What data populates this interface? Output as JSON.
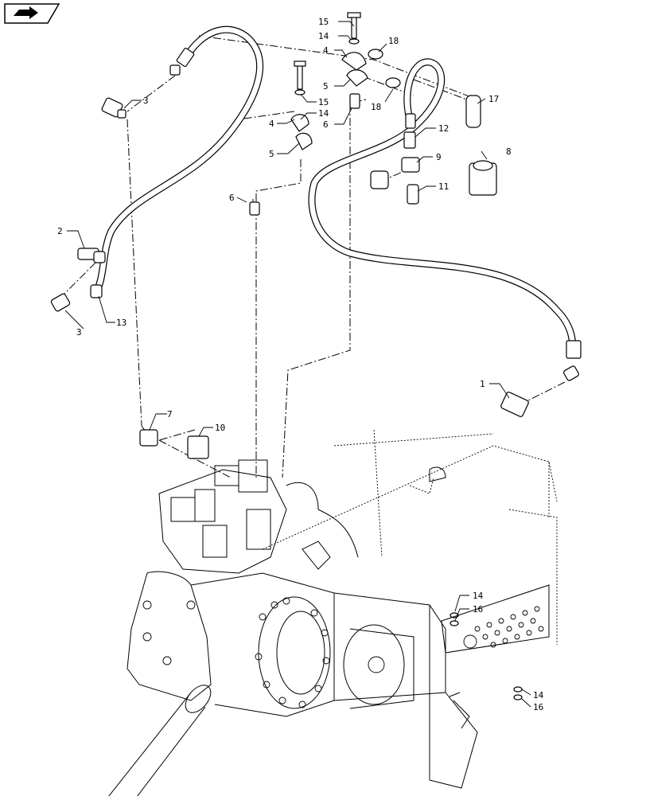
{
  "toolbar": {
    "nav_icon": "return-arrow-icon"
  },
  "callouts": [
    {
      "id": "c15a",
      "text": "15"
    },
    {
      "id": "c14a",
      "text": "14"
    },
    {
      "id": "c18a",
      "text": "18"
    },
    {
      "id": "c4a",
      "text": "4"
    },
    {
      "id": "c5a",
      "text": "5"
    },
    {
      "id": "c15b",
      "text": "15"
    },
    {
      "id": "c14b",
      "text": "14"
    },
    {
      "id": "c6a",
      "text": "6"
    },
    {
      "id": "c18b",
      "text": "18"
    },
    {
      "id": "c17",
      "text": "17"
    },
    {
      "id": "c3a",
      "text": "3"
    },
    {
      "id": "c4b",
      "text": "4"
    },
    {
      "id": "c5b",
      "text": "5"
    },
    {
      "id": "c12",
      "text": "12"
    },
    {
      "id": "c9",
      "text": "9"
    },
    {
      "id": "c8",
      "text": "8"
    },
    {
      "id": "c11",
      "text": "11"
    },
    {
      "id": "c6b",
      "text": "6"
    },
    {
      "id": "c2",
      "text": "2"
    },
    {
      "id": "c13",
      "text": "13"
    },
    {
      "id": "c3b",
      "text": "3"
    },
    {
      "id": "c1",
      "text": "1"
    },
    {
      "id": "c7",
      "text": "7"
    },
    {
      "id": "c10",
      "text": "10"
    },
    {
      "id": "c14c",
      "text": "14"
    },
    {
      "id": "c16a",
      "text": "16"
    },
    {
      "id": "c14d",
      "text": "14"
    },
    {
      "id": "c16b",
      "text": "16"
    }
  ]
}
